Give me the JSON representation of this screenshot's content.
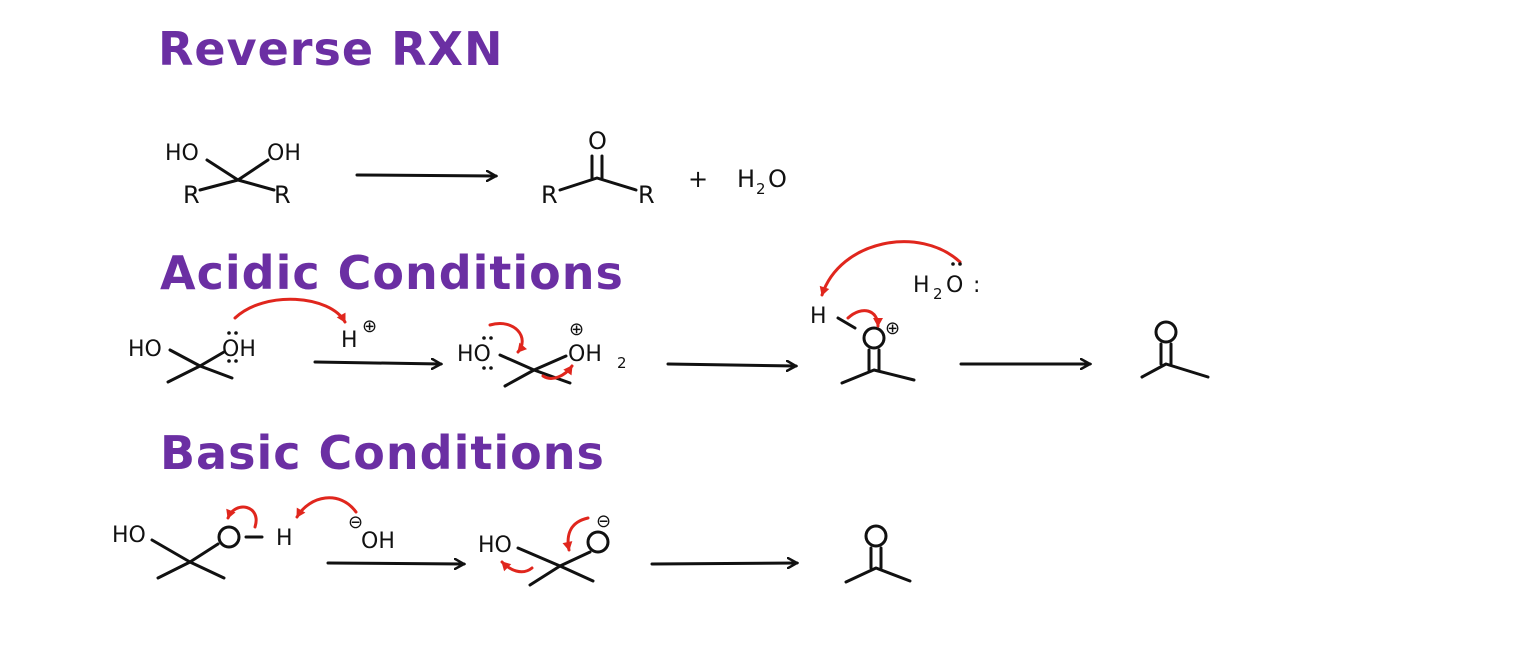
{
  "headings": {
    "reverse": "Reverse RXN",
    "acidic": "Acidic Conditions",
    "basic": "Basic Conditions"
  },
  "reverse_row": {
    "reactant_ho": "HO",
    "reactant_oh": "OH",
    "reactant_r1": "R",
    "reactant_r2": "R",
    "product_o": "O",
    "product_r1": "R",
    "product_r2": "R",
    "plus": "+",
    "water_h": "H",
    "water_sub": "2",
    "water_o": "O"
  },
  "acidic_row": {
    "diol_ho": "HO",
    "diol_oh": "OH",
    "proton": "H",
    "proton_charge": "⊕",
    "int_ho": "HO",
    "int_oh": "OH",
    "int_sub": "2",
    "int_charge": "⊕",
    "oxonium_h": "H",
    "oxonium_o": "O",
    "oxonium_charge": "⊕",
    "water_h": "H",
    "water_sub": "2",
    "water_o": "O",
    "water_colon": ":",
    "product_o": "O"
  },
  "basic_row": {
    "diol_ho": "HO",
    "diol_o": "O",
    "diol_h": "H",
    "hydroxide": "OH",
    "hydroxide_charge": "⊖",
    "int_ho": "HO",
    "int_o": "O",
    "int_charge": "⊖",
    "product_o": "O"
  },
  "colors": {
    "heading": "#6b2fa3",
    "ink": "#111111",
    "curly_arrow": "#e0261d"
  }
}
